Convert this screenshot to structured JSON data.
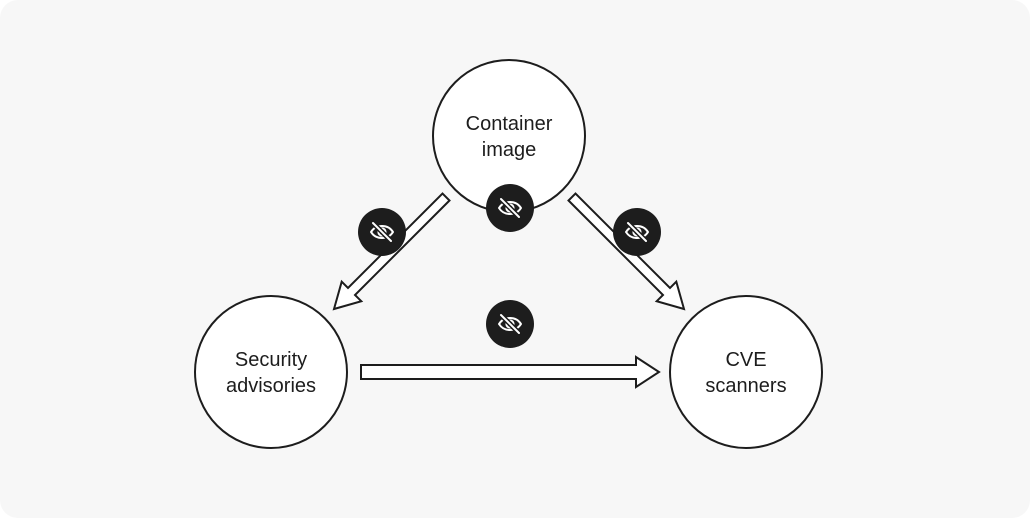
{
  "diagram": {
    "nodes": {
      "container_image": {
        "lines": [
          "Container",
          "image"
        ]
      },
      "security_advisories": {
        "lines": [
          "Security",
          "advisories"
        ]
      },
      "cve_scanners": {
        "lines": [
          "CVE",
          "scanners"
        ]
      }
    },
    "edges": [
      {
        "from": "container_image",
        "to": "security_advisories",
        "badge_icon": "eye-slash-icon"
      },
      {
        "from": "container_image",
        "to": "cve_scanners",
        "badge_icon": "eye-slash-icon"
      },
      {
        "from": "security_advisories",
        "to": "cve_scanners",
        "badge_icon": "eye-slash-icon"
      }
    ],
    "node_badge_icon": "eye-slash-icon",
    "colors": {
      "background": "#f7f7f7",
      "node_fill": "#ffffff",
      "stroke": "#1d1d1d",
      "badge_fill": "#1d1d1d",
      "badge_icon": "#ffffff"
    }
  }
}
